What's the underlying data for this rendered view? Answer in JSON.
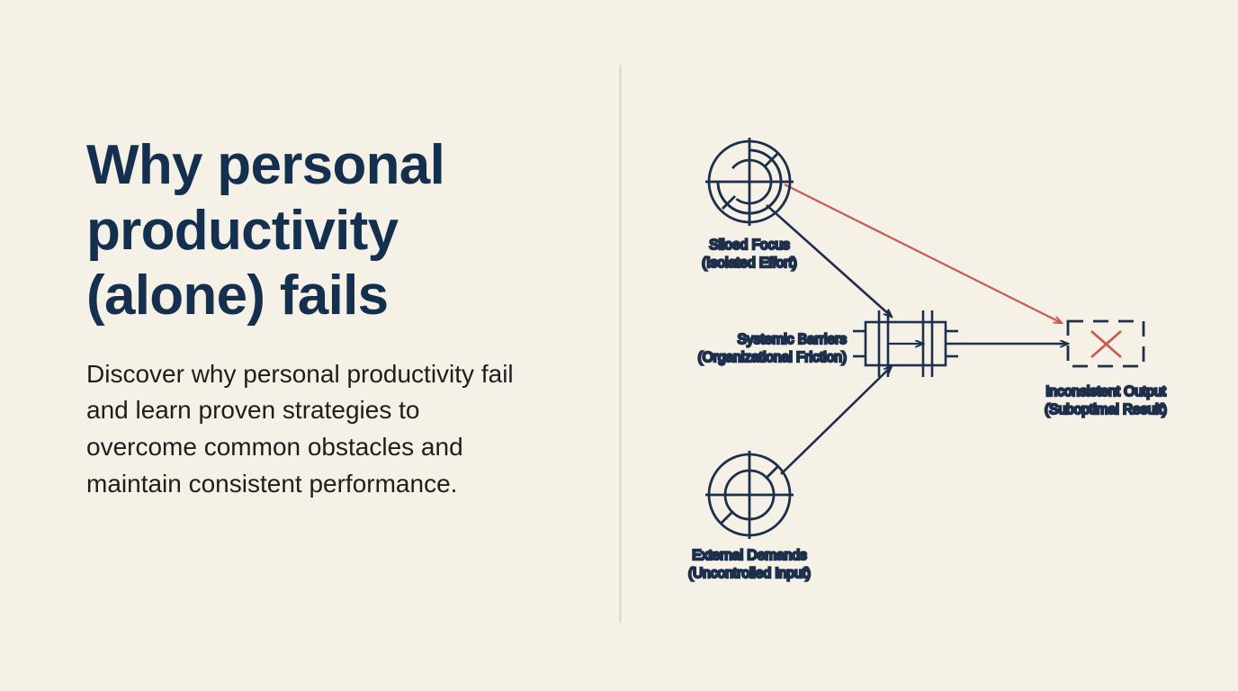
{
  "slide": {
    "background_color": "#f5f1e6",
    "headline": "Why personal\nproductivity\n(alone) fails",
    "subhead": "Discover why personal productivity fail and learn proven strategies to overcome common obstacles and maintain consistent performance.",
    "headline_color": "#15304f",
    "subhead_color": "#1e1e1e",
    "divider_color": "#e3ddcd"
  },
  "diagram": {
    "stroke_color": "#1d2f4b",
    "accent_color": "#cc5a52",
    "nodes": [
      {
        "id": "siloed-focus",
        "icon": "target-crosshair-icon",
        "label_line1": "Siloed Focus",
        "label_line2": "(Isolated Effort)"
      },
      {
        "id": "systemic-barriers",
        "icon": "process-block-icon",
        "label_line1": "Systemic Barriers",
        "label_line2": "(Organizational Friction)"
      },
      {
        "id": "external-demands",
        "icon": "wheel-target-icon",
        "label_line1": "External Demands",
        "label_line2": "(Uncontrolled Input)"
      },
      {
        "id": "inconsistent-output",
        "icon": "dashed-box-cross-icon",
        "label_line1": "Inconsistent Output",
        "label_line2": "(Suboptimal Result)"
      }
    ],
    "connectors": [
      {
        "id": "siloed-to-barriers",
        "color": "#1d2f4b"
      },
      {
        "id": "siloed-to-output",
        "color": "#cc5a52"
      },
      {
        "id": "demands-to-barriers",
        "color": "#1d2f4b"
      },
      {
        "id": "barriers-to-output",
        "color": "#1d2f4b"
      }
    ]
  }
}
